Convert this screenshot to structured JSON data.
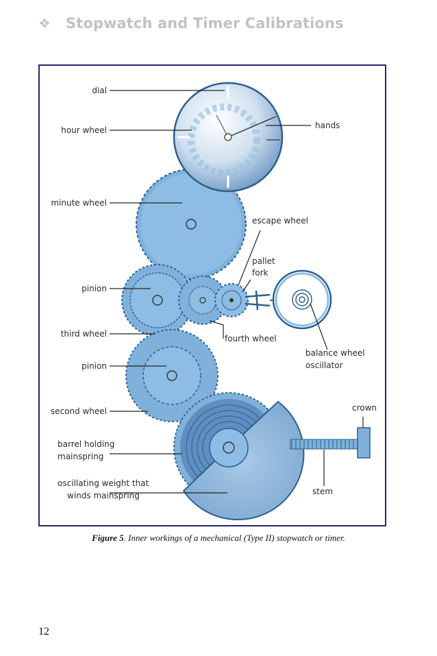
{
  "header": {
    "bullet_icon": "diamond-bullet-icon",
    "title": "Stopwatch and Timer Calibrations"
  },
  "figure": {
    "labels": {
      "dial": "dial",
      "hour_wheel": "hour wheel",
      "hands": "hands",
      "minute_wheel": "minute wheel",
      "escape_wheel": "escape wheel",
      "pallet_fork_1": "pallet",
      "pallet_fork_2": "fork",
      "pinion_top": "pinion",
      "third_wheel": "third wheel",
      "fourth_wheel": "fourth wheel",
      "balance_1": "balance wheel",
      "balance_2": "oscillator",
      "pinion_bottom": "pinion",
      "second_wheel": "second wheel",
      "crown": "crown",
      "barrel_1": "barrel holding",
      "barrel_2": "mainspring",
      "oscillating_1": "oscillating weight that",
      "oscillating_2": "winds mainspring",
      "stem": "stem"
    },
    "caption_prefix": "Figure 5",
    "caption_text": ". Inner workings of a mechanical (Type II) stopwatch or timer."
  },
  "page_number": "12"
}
